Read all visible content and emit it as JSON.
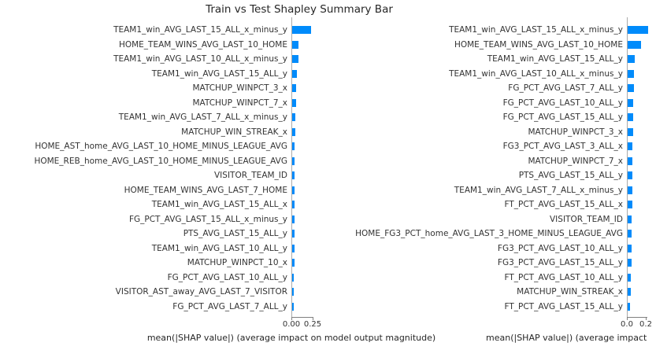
{
  "title": "Train vs Test Shapley Summary Bar",
  "style": {
    "bar_color": "#008bfb",
    "text_color": "#262626",
    "axis_color": "#808080",
    "background": "#ffffff"
  },
  "chart_data": [
    {
      "type": "bar",
      "orientation": "horizontal",
      "name": "train",
      "title": "",
      "xlabel": "mean(|SHAP value|) (average impact on model output magnitude)",
      "ylabel": "",
      "xticks": [
        0.0,
        0.25
      ],
      "xtick_labels": [
        "0.00",
        "0.25"
      ],
      "xlim": [
        0,
        0.26
      ],
      "grid": false,
      "legend": false,
      "categories": [
        "TEAM1_win_AVG_LAST_15_ALL_x_minus_y",
        "HOME_TEAM_WINS_AVG_LAST_10_HOME",
        "TEAM1_win_AVG_LAST_10_ALL_x_minus_y",
        "TEAM1_win_AVG_LAST_15_ALL_y",
        "MATCHUP_WINPCT_3_x",
        "MATCHUP_WINPCT_7_x",
        "TEAM1_win_AVG_LAST_7_ALL_x_minus_y",
        "MATCHUP_WIN_STREAK_x",
        "HOME_AST_home_AVG_LAST_10_HOME_MINUS_LEAGUE_AVG",
        "HOME_REB_home_AVG_LAST_10_HOME_MINUS_LEAGUE_AVG",
        "VISITOR_TEAM_ID",
        "HOME_TEAM_WINS_AVG_LAST_7_HOME",
        "TEAM1_win_AVG_LAST_15_ALL_x",
        "FG_PCT_AVG_LAST_15_ALL_x_minus_y",
        "PTS_AVG_LAST_15_ALL_y",
        "TEAM1_win_AVG_LAST_10_ALL_y",
        "MATCHUP_WINPCT_10_x",
        "FG_PCT_AVG_LAST_10_ALL_y",
        "VISITOR_AST_away_AVG_LAST_7_VISITOR",
        "FG_PCT_AVG_LAST_7_ALL_y"
      ],
      "values": [
        0.225,
        0.074,
        0.072,
        0.053,
        0.047,
        0.044,
        0.04,
        0.033,
        0.031,
        0.03,
        0.029,
        0.028,
        0.027,
        0.026,
        0.025,
        0.024,
        0.023,
        0.022,
        0.021,
        0.019
      ]
    },
    {
      "type": "bar",
      "orientation": "horizontal",
      "name": "test",
      "title": "",
      "xlabel": "mean(|SHAP value|) (average impact",
      "ylabel": "",
      "xticks": [
        0.0,
        0.2
      ],
      "xtick_labels": [
        "0.0",
        "0.2"
      ],
      "xlim": [
        0,
        0.225
      ],
      "grid": false,
      "legend": false,
      "categories": [
        "TEAM1_win_AVG_LAST_15_ALL_x_minus_y",
        "HOME_TEAM_WINS_AVG_LAST_10_HOME",
        "TEAM1_win_AVG_LAST_15_ALL_y",
        "TEAM1_win_AVG_LAST_10_ALL_x_minus_y",
        "FG_PCT_AVG_LAST_7_ALL_y",
        "FG_PCT_AVG_LAST_10_ALL_y",
        "FG_PCT_AVG_LAST_15_ALL_y",
        "MATCHUP_WINPCT_3_x",
        "FG3_PCT_AVG_LAST_3_ALL_x",
        "MATCHUP_WINPCT_7_x",
        "PTS_AVG_LAST_15_ALL_y",
        "TEAM1_win_AVG_LAST_7_ALL_x_minus_y",
        "FT_PCT_AVG_LAST_15_ALL_x",
        "VISITOR_TEAM_ID",
        "HOME_FG3_PCT_home_AVG_LAST_3_HOME_MINUS_LEAGUE_AVG",
        "FG3_PCT_AVG_LAST_10_ALL_y",
        "FG3_PCT_AVG_LAST_15_ALL_y",
        "FT_PCT_AVG_LAST_10_ALL_y",
        "MATCHUP_WIN_STREAK_x",
        "FT_PCT_AVG_LAST_15_ALL_y"
      ],
      "values": [
        0.22,
        0.14,
        0.078,
        0.068,
        0.066,
        0.062,
        0.06,
        0.056,
        0.053,
        0.05,
        0.048,
        0.047,
        0.046,
        0.044,
        0.042,
        0.04,
        0.038,
        0.036,
        0.031,
        0.027
      ]
    }
  ]
}
